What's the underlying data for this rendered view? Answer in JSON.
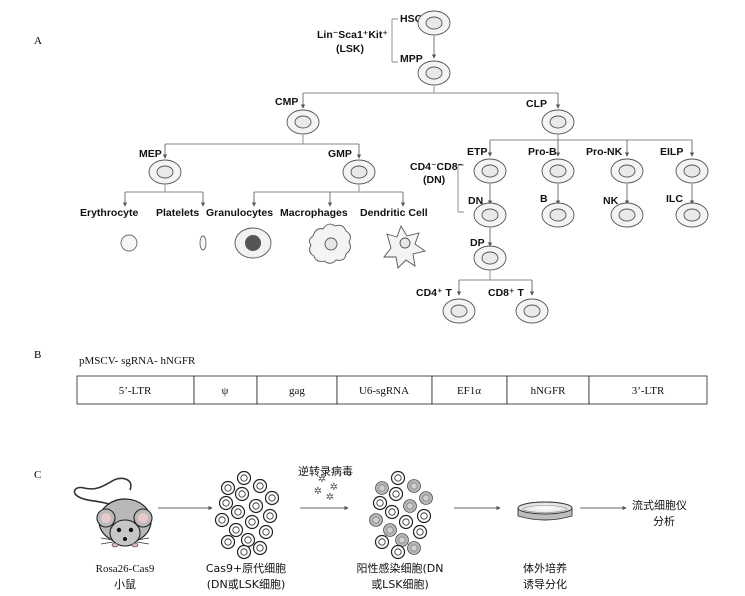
{
  "panels": {
    "a": "A",
    "b": "B",
    "c": "C"
  },
  "tree": {
    "hsc": "HSC",
    "lsk_line1": "Lin⁻Sca1⁺Kit⁺",
    "lsk_line2": "(LSK)",
    "mpp": "MPP",
    "cmp": "CMP",
    "clp": "CLP",
    "mep": "MEP",
    "gmp": "GMP",
    "erythrocyte": "Erythrocyte",
    "platelets": "Platelets",
    "granulocytes": "Granulocytes",
    "macrophages": "Macrophages",
    "dendritic": "Dendritic Cell",
    "etp": "ETP",
    "pro_b": "Pro-B",
    "pro_nk": "Pro-NK",
    "eilp": "EILP",
    "dn_line1": "CD4⁻CD8⁻",
    "dn_line2": "(DN)",
    "dn": "DN",
    "b": "B",
    "nk": "NK",
    "ilc": "ILC",
    "dp": "DP",
    "cd4": "CD4⁺ T",
    "cd8": "CD8⁺ T"
  },
  "vector": {
    "title": "pMSCV- sgRNA- hNGFR",
    "segments": [
      "5’-LTR",
      "ψ",
      "gag",
      "U6-sgRNA",
      "EF1α",
      "hNGFR",
      "3’-LTR"
    ]
  },
  "workflow": {
    "mouse_line1": "Rosa26-Cas9",
    "mouse_line2": "小鼠",
    "primary_line1": "Cas9+原代细胞",
    "primary_line2": "(DN或LSK细胞)",
    "virus": "逆转录病毒",
    "infected_line1": "阳性感染细胞(DN",
    "infected_line2": "或LSK细胞)",
    "culture_line1": "体外培养",
    "culture_line2": "诱导分化",
    "flow_line1": "流式细胞仪",
    "flow_line2": "分析"
  }
}
